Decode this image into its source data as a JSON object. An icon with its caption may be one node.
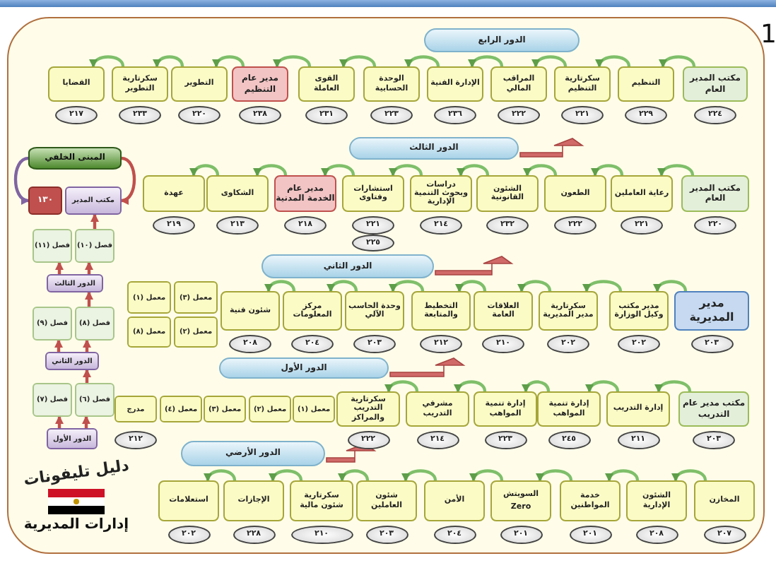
{
  "diagram": {
    "title": "دليل تليفونات",
    "caption": "إدارات المديرية",
    "nodes": [
      {
        "text": [
          "الدور الرابع"
        ]
      },
      {
        "text": [
          "مكتب المدير العام"
        ]
      },
      {
        "text": [
          "٢٢٤"
        ]
      },
      {
        "text": [
          "التنظيم"
        ]
      },
      {
        "text": [
          "٢٢٩"
        ]
      },
      {
        "text": [
          "سكرتارية التنظيم"
        ]
      },
      {
        "text": [
          "٢٢١"
        ]
      },
      {
        "text": [
          "المراقب المالي"
        ]
      },
      {
        "text": [
          "٢٢٢"
        ]
      },
      {
        "text": [
          "الإدارة الفنية"
        ]
      },
      {
        "text": [
          "٢٣٦"
        ]
      },
      {
        "text": [
          "الوحدة الحسابية"
        ]
      },
      {
        "text": [
          "٢٢٣"
        ]
      },
      {
        "text": [
          "القوى العاملة"
        ]
      },
      {
        "text": [
          "٢٣١"
        ]
      },
      {
        "text": [
          "مدير عام التنظيم"
        ]
      },
      {
        "text": [
          "٢٣٨"
        ]
      },
      {
        "text": [
          "التطوير"
        ]
      },
      {
        "text": [
          "٢٢٠"
        ]
      },
      {
        "text": [
          "سكرتارية التطوير"
        ]
      },
      {
        "text": [
          "٢٣٣"
        ]
      },
      {
        "text": [
          "القضايا"
        ]
      },
      {
        "text": [
          "٢١٧"
        ]
      },
      {
        "text": [
          "الدور الثالث"
        ]
      },
      {
        "text": [
          "مكتب المدير العام"
        ]
      },
      {
        "text": [
          "٢٢٠"
        ]
      },
      {
        "text": [
          "رعاية العاملين"
        ]
      },
      {
        "text": [
          "٢٢١"
        ]
      },
      {
        "text": [
          "الطعون"
        ]
      },
      {
        "text": [
          "٢٢٢"
        ]
      },
      {
        "text": [
          "الشئون القانونية"
        ]
      },
      {
        "text": [
          "٢٣٢"
        ]
      },
      {
        "text": [
          "دراسات وبحوث التنمية الإدارية"
        ]
      },
      {
        "text": [
          "٢١٤"
        ]
      },
      {
        "text": [
          "استشارات وفتاوى"
        ]
      },
      {
        "text": [
          "٢٢١"
        ]
      },
      {
        "text": [
          "مدير عام الخدمة المدنية"
        ]
      },
      {
        "text": [
          "٢١٨"
        ]
      },
      {
        "text": [
          "الشكاوى"
        ]
      },
      {
        "text": [
          "٢١٣"
        ]
      },
      {
        "text": [
          "عهدة"
        ]
      },
      {
        "text": [
          "٢١٩"
        ]
      },
      {
        "text": [
          "٢٢٥"
        ]
      },
      {
        "text": [
          "المبنى الخلفي"
        ]
      },
      {
        "text": [
          "١٣٠"
        ]
      },
      {
        "text": [
          "مكتب المدير"
        ]
      },
      {
        "text": [
          "فصل (١١)"
        ]
      },
      {
        "text": [
          "فصل (١٠)"
        ]
      },
      {
        "text": [
          "الدور الثالث"
        ]
      },
      {
        "text": [
          "فصل (٩)"
        ]
      },
      {
        "text": [
          "فصل (٨)"
        ]
      },
      {
        "text": [
          "الدور الثاني"
        ]
      },
      {
        "text": [
          "فصل (٧)"
        ]
      },
      {
        "text": [
          "فصل (٦)"
        ]
      },
      {
        "text": [
          "الدور الأول"
        ]
      },
      {
        "text": [
          "الدور الثاني"
        ]
      },
      {
        "text": [
          "مدير المديرية"
        ]
      },
      {
        "text": [
          "٢٠٣"
        ]
      },
      {
        "text": [
          "مدير مكتب وكيل الوزارة"
        ]
      },
      {
        "text": [
          "٢٠٢"
        ]
      },
      {
        "text": [
          "سكرتارية مدير المديرية"
        ]
      },
      {
        "text": [
          "٢٠٢"
        ]
      },
      {
        "text": [
          "العلاقات العامة"
        ]
      },
      {
        "text": [
          "٢١٠"
        ]
      },
      {
        "text": [
          "التخطيط والمتابعة"
        ]
      },
      {
        "text": [
          "٢١٢"
        ]
      },
      {
        "text": [
          "وحدة الحاسب الآلي"
        ]
      },
      {
        "text": [
          "٢٠٣"
        ]
      },
      {
        "text": [
          "مركز المعلومات"
        ]
      },
      {
        "text": [
          "٢٠٤"
        ]
      },
      {
        "text": [
          "شئون فنية"
        ]
      },
      {
        "text": [
          "٢٠٨"
        ]
      },
      {
        "text": [
          "معمل (٣)"
        ]
      },
      {
        "text": [
          "معمل (١)"
        ]
      },
      {
        "text": [
          "معمل (٢)"
        ]
      },
      {
        "text": [
          "معمل (٨)"
        ]
      },
      {
        "text": [
          "الدور الأول"
        ]
      },
      {
        "text": [
          "مكتب مدير عام التدريب"
        ]
      },
      {
        "text": [
          "٢٠٣"
        ]
      },
      {
        "text": [
          "إدارة التدريب"
        ]
      },
      {
        "text": [
          "٢١١"
        ]
      },
      {
        "text": [
          "إدارة تنمية المواهب"
        ]
      },
      {
        "text": [
          "٢٤٥"
        ]
      },
      {
        "text": [
          "إدارة تنمية المواهب"
        ]
      },
      {
        "text": [
          "٢٢٣"
        ]
      },
      {
        "text": [
          "مشرفي التدريب"
        ]
      },
      {
        "text": [
          "٢١٤"
        ]
      },
      {
        "text": [
          "سكرتارية التدريب والمراكز"
        ]
      },
      {
        "text": [
          "٢٢٢"
        ]
      },
      {
        "text": [
          "معمل (١)"
        ]
      },
      {
        "text": [
          "معمل (٢)"
        ]
      },
      {
        "text": [
          "معمل (٣)"
        ]
      },
      {
        "text": [
          "معمل (٤)"
        ]
      },
      {
        "text": [
          "مدرج"
        ]
      },
      {
        "text": [
          "٢١٢"
        ]
      },
      {
        "text": [
          "الدور الأرضي"
        ]
      },
      {
        "text": [
          "المخازن"
        ]
      },
      {
        "text": [
          "٢٠٧"
        ]
      },
      {
        "text": [
          "الشئون الإدارية"
        ]
      },
      {
        "text": [
          "٢٠٨"
        ]
      },
      {
        "text": [
          "خدمة المواطنين"
        ]
      },
      {
        "text": [
          "٢٠١"
        ]
      },
      {
        "text": [
          "السويتش",
          "Zero"
        ]
      },
      {
        "text": [
          "٢٠١"
        ]
      },
      {
        "text": [
          "الأمن"
        ]
      },
      {
        "text": [
          "٢٠٤"
        ]
      },
      {
        "text": [
          "شئون العاملين"
        ]
      },
      {
        "text": [
          "٢٠٣"
        ]
      },
      {
        "text": [
          "سكرتارية شئون مالية"
        ]
      },
      {
        "text": [
          "٢١٠"
        ]
      },
      {
        "text": [
          "الإجازات"
        ]
      },
      {
        "text": [
          "٢٢٨"
        ]
      },
      {
        "text": [
          "استعلامات"
        ]
      },
      {
        "text": [
          "٢٠٢"
        ]
      }
    ],
    "edges": [
      {
        "from": 1,
        "to": 3,
        "arrow": "to"
      },
      {
        "from": 3,
        "to": 5,
        "arrow": "to"
      },
      {
        "from": 5,
        "to": 7,
        "arrow": "to"
      },
      {
        "from": 7,
        "to": 9,
        "arrow": "to"
      },
      {
        "from": 9,
        "to": 11,
        "arrow": "to"
      },
      {
        "from": 11,
        "to": 13,
        "arrow": "to"
      },
      {
        "from": 13,
        "to": 15,
        "arrow": "to"
      },
      {
        "from": 15,
        "to": 17,
        "arrow": "to"
      },
      {
        "from": 17,
        "to": 19,
        "arrow": "to"
      },
      {
        "from": 19,
        "to": 21,
        "arrow": "to"
      },
      {
        "from": 24,
        "to": 26,
        "arrow": "to"
      },
      {
        "from": 26,
        "to": 28,
        "arrow": "to"
      },
      {
        "from": 28,
        "to": 30,
        "arrow": "to"
      },
      {
        "from": 30,
        "to": 32,
        "arrow": "to"
      },
      {
        "from": 32,
        "to": 34,
        "arrow": "to"
      },
      {
        "from": 34,
        "to": 36,
        "arrow": "to"
      },
      {
        "from": 36,
        "to": 38,
        "arrow": "to"
      },
      {
        "from": 38,
        "to": 40,
        "arrow": "to"
      },
      {
        "from": 56,
        "to": 58,
        "arrow": "to"
      },
      {
        "from": 58,
        "to": 60,
        "arrow": "to"
      },
      {
        "from": 60,
        "to": 62,
        "arrow": "to"
      },
      {
        "from": 62,
        "to": 64,
        "arrow": "to"
      },
      {
        "from": 64,
        "to": 66,
        "arrow": "to"
      },
      {
        "from": 66,
        "to": 68,
        "arrow": "to"
      },
      {
        "from": 68,
        "to": 70,
        "arrow": "to"
      },
      {
        "from": 77,
        "to": 79,
        "arrow": "to"
      },
      {
        "from": 79,
        "to": 81,
        "arrow": "to"
      },
      {
        "from": 81,
        "to": 83,
        "arrow": "to"
      },
      {
        "from": 83,
        "to": 85,
        "arrow": "to"
      },
      {
        "from": 85,
        "to": 87,
        "arrow": "to"
      },
      {
        "from": 96,
        "to": 98,
        "arrow": "to"
      },
      {
        "from": 98,
        "to": 100,
        "arrow": "to"
      },
      {
        "from": 100,
        "to": 102,
        "arrow": "to"
      },
      {
        "from": 102,
        "to": 104,
        "arrow": "to"
      },
      {
        "from": 104,
        "to": 106,
        "arrow": "to"
      },
      {
        "from": 106,
        "to": 108,
        "arrow": "to"
      },
      {
        "from": 108,
        "to": 110,
        "arrow": "to"
      },
      {
        "from": 110,
        "to": 112,
        "arrow": "to"
      },
      {
        "from": 43,
        "to": 44,
        "arrow": "to",
        "color": "#8064a2"
      },
      {
        "from": 43,
        "to": 45,
        "arrow": "to",
        "color": "#c0504d"
      },
      {
        "from": 47,
        "to": 45,
        "arrow": "to",
        "color": "#c0504d"
      },
      {
        "from": 48,
        "to": 47,
        "arrow": "to",
        "color": "#c0504d"
      },
      {
        "from": 48,
        "to": 46,
        "arrow": "to",
        "color": "#c0504d"
      },
      {
        "from": 50,
        "to": 48,
        "arrow": "to",
        "color": "#c0504d"
      },
      {
        "from": 51,
        "to": 50,
        "arrow": "to",
        "color": "#c0504d"
      },
      {
        "from": 51,
        "to": 49,
        "arrow": "to",
        "color": "#c0504d"
      },
      {
        "from": 53,
        "to": 51,
        "arrow": "to",
        "color": "#c0504d"
      },
      {
        "from": 54,
        "to": 53,
        "arrow": "to",
        "color": "#c0504d"
      },
      {
        "from": 54,
        "to": 52,
        "arrow": "to",
        "color": "#c0504d"
      },
      {
        "from": 23,
        "to": null,
        "arrow": "to",
        "style": "thick",
        "color": "#d06a68"
      },
      {
        "from": 55,
        "to": null,
        "arrow": "to",
        "style": "thick",
        "color": "#d06a68"
      },
      {
        "from": 76,
        "to": null,
        "arrow": "to",
        "style": "thick",
        "color": "#d06a68"
      },
      {
        "from": 95,
        "to": null,
        "arrow": "to",
        "style": "thick",
        "color": "#d06a68"
      }
    ],
    "labels": [
      "1"
    ]
  }
}
